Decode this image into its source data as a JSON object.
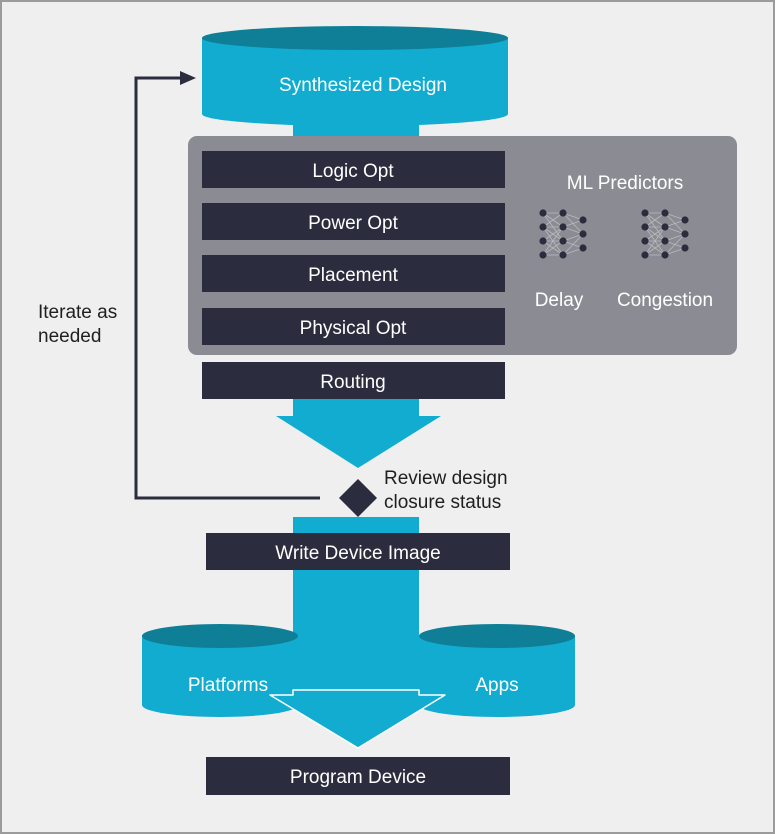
{
  "steps": {
    "synthesized": "Synthesized Design",
    "logic_opt": "Logic Opt",
    "power_opt": "Power Opt",
    "placement": "Placement",
    "physical_opt": "Physical Opt",
    "routing": "Routing",
    "write_image": "Write Device Image",
    "program": "Program Device"
  },
  "ml": {
    "title": "ML Predictors",
    "delay": "Delay",
    "congestion": "Congestion"
  },
  "review": {
    "line1": "Review design",
    "line2": "closure status"
  },
  "iterate": {
    "line1": "Iterate as",
    "line2": "needed"
  },
  "sources": {
    "platforms": "Platforms",
    "apps": "Apps"
  },
  "colors": {
    "teal": "#12acd1",
    "teal_dark": "#0e7f96",
    "bar": "#2b2d3e",
    "panel": "#8b8c93"
  }
}
